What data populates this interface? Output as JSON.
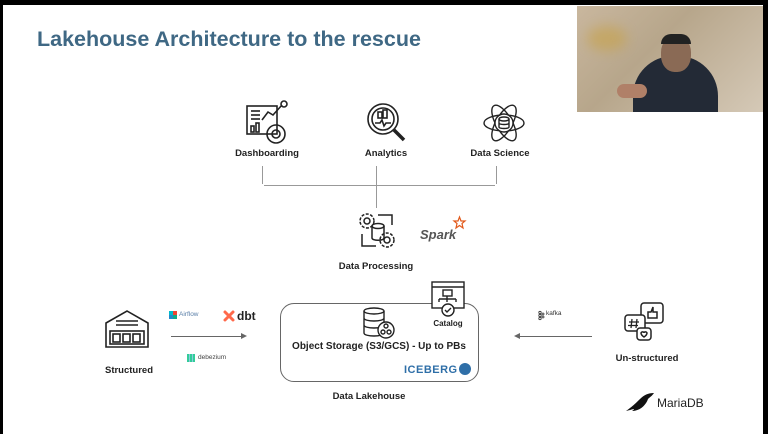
{
  "slide": {
    "title": "Lakehouse Architecture to the rescue",
    "consumers": [
      {
        "label": "Dashboarding",
        "icon": "dashboard-icon"
      },
      {
        "label": "Analytics",
        "icon": "analytics-magnifier-icon"
      },
      {
        "label": "Data Science",
        "icon": "atom-database-icon"
      }
    ],
    "processing": {
      "label": "Data Processing",
      "icon": "gears-database-icon",
      "tool_logo": "Spark"
    },
    "lakehouse": {
      "label": "Data Lakehouse",
      "storage_label": "Object Storage (S3/GCS) -  Up to PBs",
      "catalog_label": "Catalog",
      "format_logo": "ICEBERG"
    },
    "structured": {
      "label": "Structured",
      "tools": [
        "Airflow",
        "dbt",
        "debezium"
      ]
    },
    "unstructured": {
      "label": "Un-structured",
      "tools": [
        "kafka"
      ]
    },
    "brand_logo": "MariaDB",
    "colors": {
      "title": "#3f6884",
      "iceberg": "#2f6fa8",
      "spark": "#e25a1c",
      "dbt": "#ff694b"
    }
  },
  "video": {
    "description_icon": "webcam-feed"
  }
}
